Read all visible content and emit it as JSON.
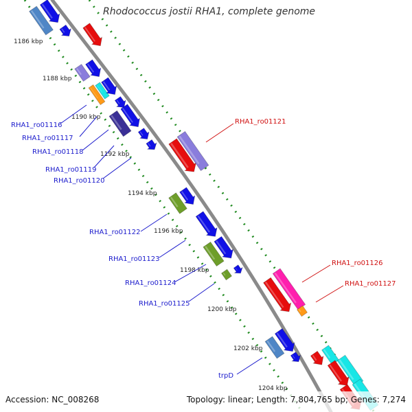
{
  "title": "Rhodococcus jostii RHA1, complete genome",
  "footer": {
    "accession": "Accession: NC_008268",
    "topology": "Topology: linear; Length: 7,804,765 bp; Genes: 7,274"
  },
  "kbp_ticks": [
    "1186 kbp",
    "1188 kbp",
    "1190 kbp",
    "1192 kbp",
    "1194 kbp",
    "1196 kbp",
    "1198 kbp",
    "1200 kbp",
    "1202 kbp",
    "1204 kbp"
  ],
  "gene_labels": {
    "left": [
      "RHA1_ro01116",
      "RHA1_ro01117",
      "RHA1_ro01118",
      "RHA1_ro01119",
      "RHA1_ro01120",
      "RHA1_ro01122",
      "RHA1_ro01123",
      "RHA1_ro01124",
      "RHA1_ro01125",
      "trpD"
    ],
    "right": [
      "RHA1_ro01121",
      "RHA1_ro01126",
      "RHA1_ro01127"
    ]
  },
  "colors": {
    "backbone": "#8a8a8a",
    "blue": "#1010e6",
    "red": "#e60d0d",
    "cyan": "#19e6e6",
    "lavender": "#8a7ddc",
    "navy": "#3a2f96",
    "olive": "#6e9e2a",
    "magenta": "#ff1fae",
    "orange": "#ff9a18",
    "steel": "#4f86c6",
    "tick": "#1f8a1f",
    "label_left": "#1a1acc",
    "label_right": "#d01010"
  }
}
